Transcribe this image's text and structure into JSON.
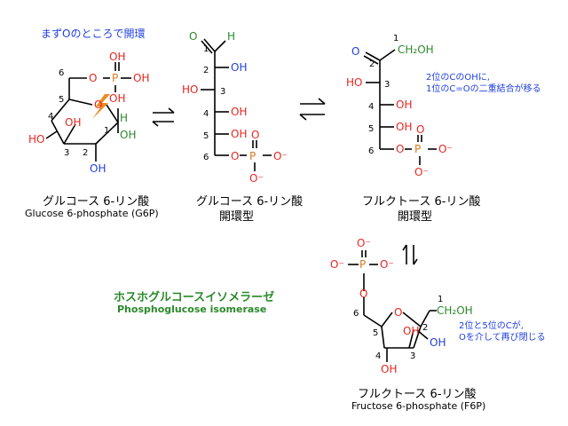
{
  "colors": {
    "black": "#000000",
    "red": "#e8251f",
    "blue": "#1f3fe0",
    "green": "#2a8a2a",
    "phosphorus": "#d97a1c",
    "bolt": "#f08a1e"
  },
  "notes": {
    "open_ring": "まずOのところで開環",
    "carbonyl_shift_line1": "2位のCのOHに,",
    "carbonyl_shift_line2": "1位のC=Oの二重結合が移る",
    "reclose_line1": "2位と5位のCが,",
    "reclose_line2": "Oを介して再び閉じる"
  },
  "enzyme": {
    "ja": "ホスホグルコースイソメラーゼ",
    "en": "Phosphoglucose isomerase"
  },
  "molecules": {
    "g6p": {
      "name_ja": "グルコース 6-リン酸",
      "name_en": "Glucose 6-phosphate (G6P)"
    },
    "g6p_open": {
      "name_ja": "グルコース 6-リン酸",
      "form": "開環型"
    },
    "f6p_open": {
      "name_ja": "フルクトース 6-リン酸",
      "form": "開環型"
    },
    "f6p": {
      "name_ja": "フルクトース 6-リン酸",
      "name_en": "Fructose 6-phosphate (F6P)"
    }
  },
  "atoms": {
    "O": "O",
    "OH": "OH",
    "HO": "HO",
    "H": "H",
    "P": "P",
    "O_minus": "O⁻",
    "CH2OH": "CH₂OH"
  },
  "positions": {
    "p1": "1",
    "p2": "2",
    "p3": "3",
    "p4": "4",
    "p5": "5",
    "p6": "6"
  }
}
